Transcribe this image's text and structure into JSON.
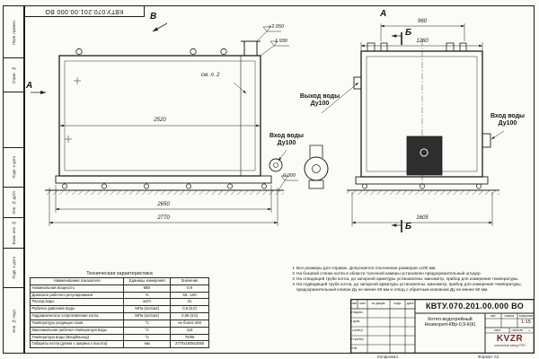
{
  "frame": {
    "top_stamp": "КВТУ.070.201.00.000  ВО",
    "side_stamps": [
      "Перв. примен.",
      "Справ. №",
      "Подп. и дата",
      "Инв. № дубл.",
      "Взам. инв. №",
      "Подп. и дата",
      "Инв. № подл."
    ],
    "copy_label": "Копировал",
    "format_label": "Формат А3"
  },
  "drawing": {
    "view_b_label": "В",
    "view_a_label": "А",
    "side_a_label": "А",
    "section_b_top": "Б",
    "section_b_bottom": "Б",
    "see_note": "см. п. 2",
    "dims": {
      "inner_width": "2520",
      "base_width": "2650",
      "overall_length": "2770",
      "top_width": "960",
      "overall_width": "1260",
      "base_width_front": "1605"
    },
    "elevations": {
      "chimney_top": "+2.050",
      "boiler_top": "1.930",
      "ground": "0.000"
    },
    "ports": {
      "outlet": "Выход воды\nДу100",
      "inlet_side": "Вход воды\nДу100",
      "inlet_front": "Вход воды\nДу100"
    }
  },
  "notes": [
    {
      "n": "1",
      "text": "Все размеры для справок. Допускается отклонение размеров ±100 мм."
    },
    {
      "n": "2",
      "text": "На боковой стенке котла в области топочной камеры установлен предохранительный штуцер."
    },
    {
      "n": "3",
      "text": "На отводящей трубе котла, до запорной арматуры установлены: манометр, прибор для измерения температуры."
    },
    {
      "n": "4",
      "text": "На подводящей трубе котла, до запорной арматуры установлены: манометр, прибор для измерения температуры, предохранительный клапан Ду не менее 50 мм и отвод с обратным клапаном Ду не менее 50 мм."
    }
  ],
  "spec_table": {
    "title": "Техническая характеристика",
    "headers": [
      "Наименование показателя",
      "Единицы измерения",
      "Значение"
    ],
    "rows": [
      {
        "name": "Номинальная мощность",
        "unit": "МВт",
        "value": "0,9"
      },
      {
        "name": "Диапазон рабочего регулирования",
        "unit": "%",
        "value": "50...100"
      },
      {
        "name": "Расход воды",
        "unit": "м3/ч",
        "value": "31"
      },
      {
        "name": "Рабочее давление воды",
        "unit": "МПа (кгс/см2)",
        "value": "0,6 (6,0)"
      },
      {
        "name": "Гидравлическое сопротивление котла",
        "unit": "МПа (кгс/см2)",
        "value": "0,05 (0,5)"
      },
      {
        "name": "Температура уходящих газов",
        "unit": "°С",
        "value": "не более 250"
      },
      {
        "name": "Максимальная рабочая температура воды",
        "unit": "°С",
        "value": "115"
      },
      {
        "name": "Температура воды (Вход/Выход)",
        "unit": "°С",
        "value": "70/95"
      },
      {
        "name": "Габариты котла (длина х ширина х высота)",
        "unit": "мм",
        "value": "2770х1605х2050"
      }
    ]
  },
  "title_block": {
    "doc_number": "КВТУ.070.201.00.000  ВО",
    "product_line1": "Котел водогрейный",
    "product_line2": "Heatexpert-КВр-0,9-К(К)",
    "header_cells": [
      "Изм.",
      "Лист",
      "№ докум.",
      "Подп.",
      "Дата"
    ],
    "roles": [
      "Разраб.",
      "Пров.",
      "Т.контр.",
      "Н.контр.",
      "Утв."
    ],
    "lit_label": "Лит.",
    "mass_label": "Масса",
    "scale_label": "Масштаб",
    "scale_value": "1:15",
    "sheet_label": "Лист",
    "sheets_label": "Листов",
    "sheets_value": "1",
    "company_name": "KVZR",
    "company_sub": "котельный завод РЭП"
  }
}
